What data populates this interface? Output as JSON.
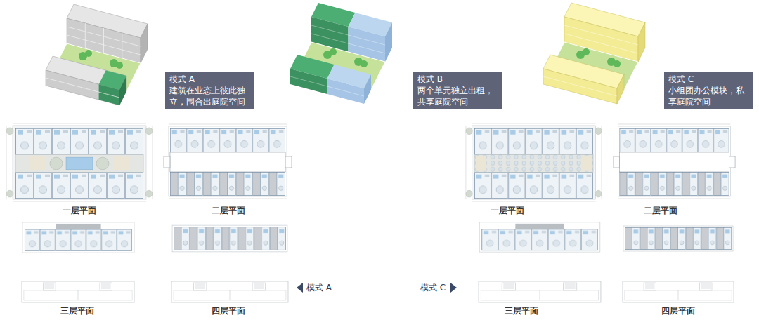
{
  "diagram": {
    "nodes": [
      {
        "text": [
          "模式 A",
          "建筑在业态上彼此独立，围合出庭院空间"
        ]
      },
      {
        "text": [
          "模式 B",
          "两个单元独立出租，共享庭院空间"
        ]
      },
      {
        "text": [
          "模式 C",
          "小组团办公模块，私享庭院空间"
        ]
      }
    ],
    "labels": [
      "一层平面",
      "二层平面",
      "一层平面",
      "二层平面",
      "模式 A",
      "模式 C",
      "三层平面",
      "四层平面",
      "三层平面",
      "四层平面"
    ]
  }
}
